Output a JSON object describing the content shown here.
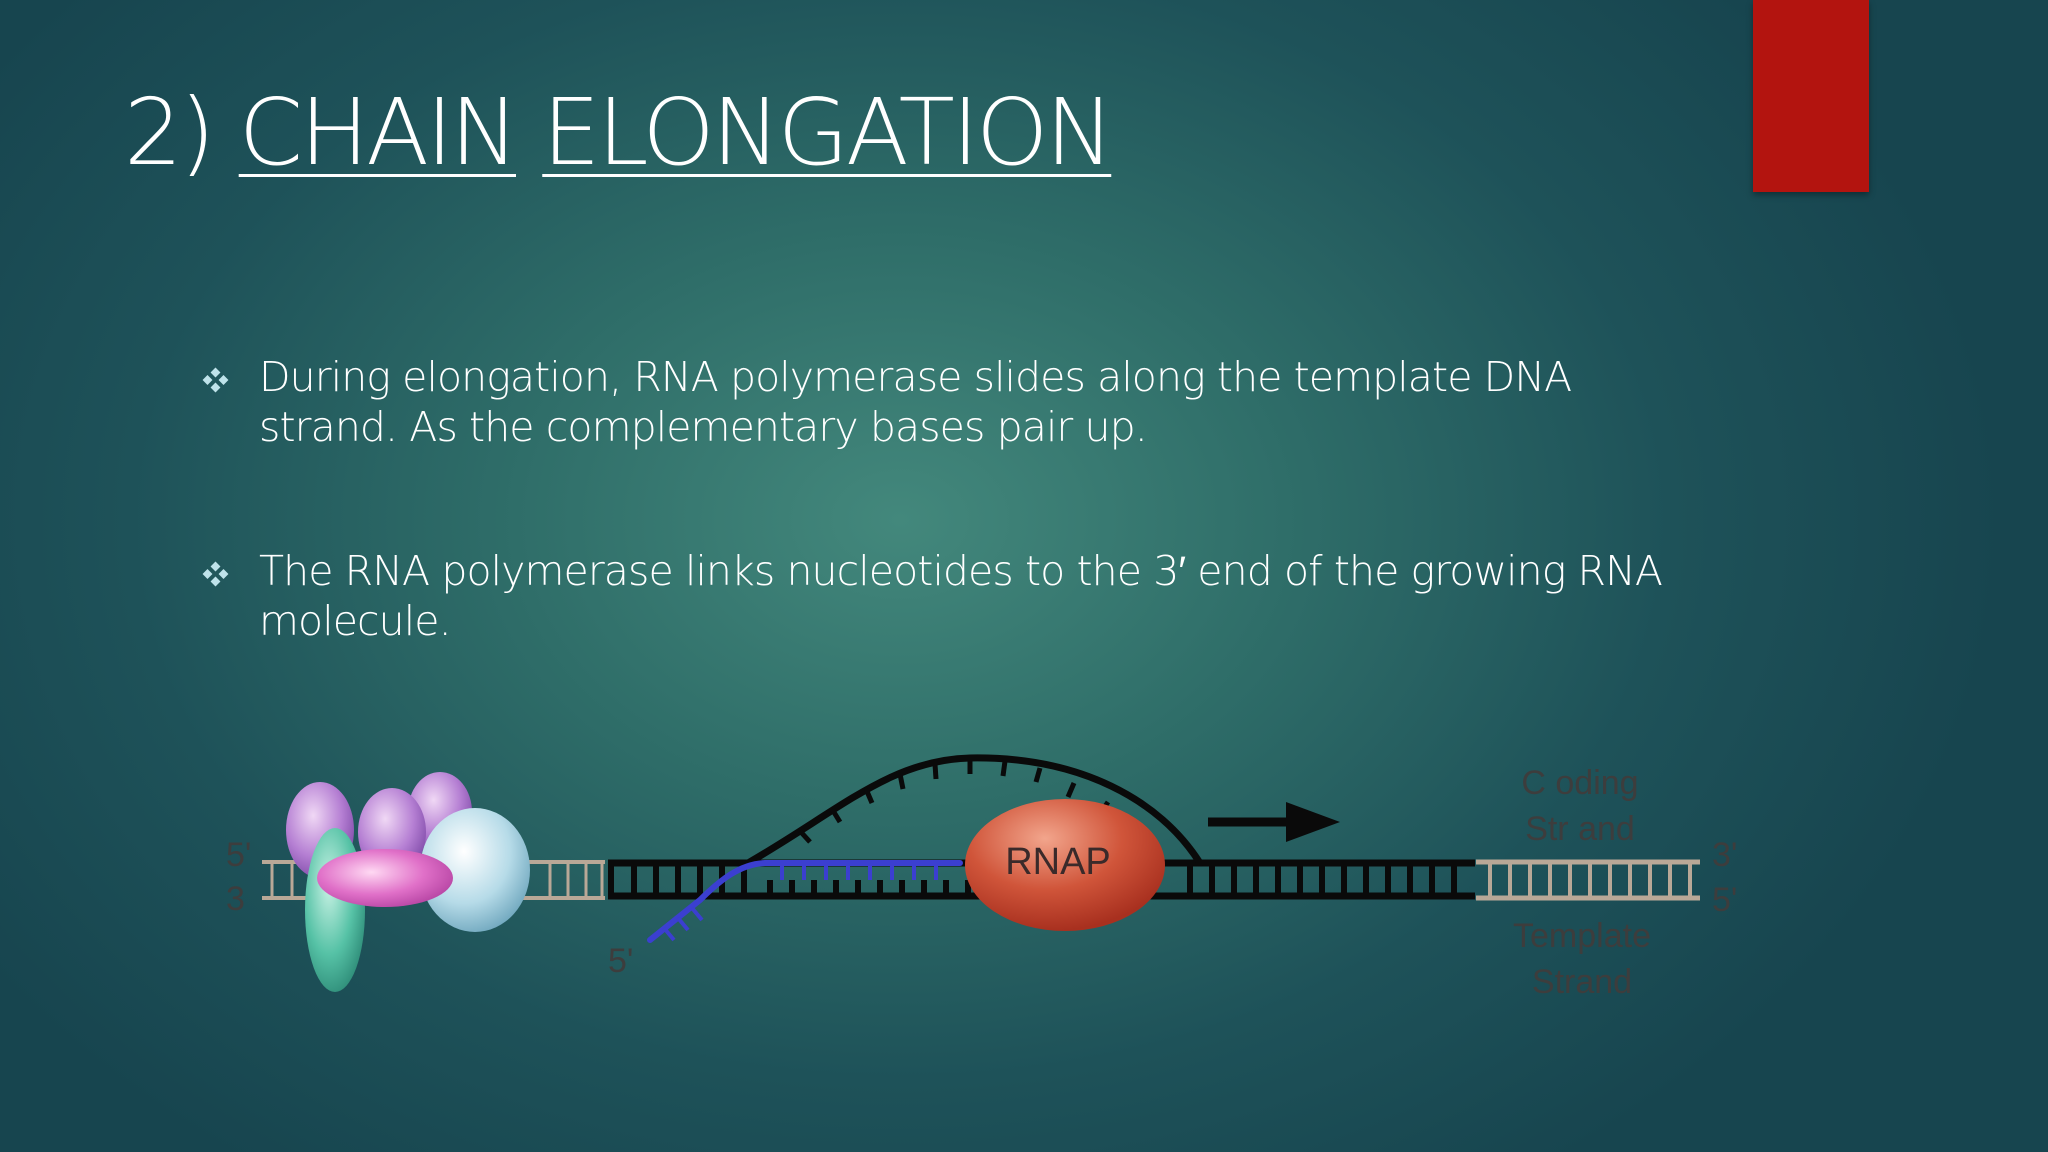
{
  "slide": {
    "title_number": "2)",
    "title_word1": "CHAIN",
    "title_word2": "ELONGATION",
    "bullets": [
      {
        "text": " During elongation, RNA polymerase slides along the template DNA strand. As the complementary bases pair up."
      },
      {
        "text": " The RNA polymerase links nucleotides to the 3′ end of the growing  RNA molecule."
      }
    ],
    "bullet_icon": "diamond-cluster-icon",
    "accent_color": "#b3140f"
  },
  "diagram": {
    "left_label_5": "5'",
    "left_label_3": "3",
    "rna_5_label": "5'",
    "rnap_label": "RNAP",
    "coding_strand_line1": "C oding",
    "coding_strand_line2": "Str and",
    "template_strand_line1": "Template",
    "template_strand_line2": "Strand",
    "right_label_3": "3'",
    "right_label_5": "5'",
    "colors": {
      "dna": "#0a0a0a",
      "rna": "#3b3fd0",
      "rnap": "#c8472b",
      "pale_dna": "#b9a897"
    }
  }
}
